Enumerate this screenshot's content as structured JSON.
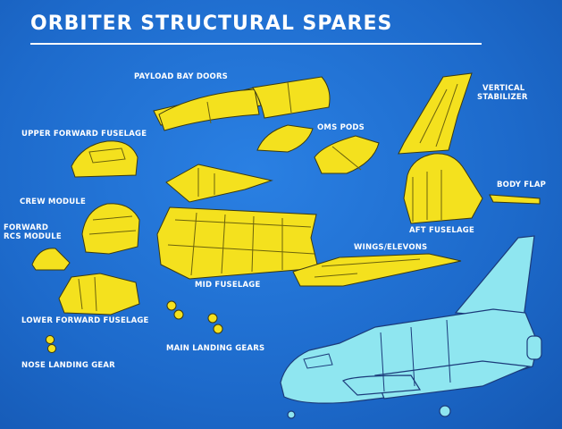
{
  "title": "ORBITER STRUCTURAL SPARES",
  "labels": {
    "payload_bay_doors": "PAYLOAD BAY DOORS",
    "vertical_stabilizer_1": "VERTICAL",
    "vertical_stabilizer_2": "STABILIZER",
    "upper_forward_fuselage": "UPPER FORWARD FUSELAGE",
    "oms_pods": "OMS PODS",
    "crew_module": "CREW MODULE",
    "body_flap": "BODY FLAP",
    "forward_rcs_1": "FORWARD",
    "forward_rcs_2": "RCS MODULE",
    "aft_fuselage": "AFT FUSELAGE",
    "wings_elevons": "WINGS/ELEVONS",
    "mid_fuselage": "MID FUSELAGE",
    "lower_forward_fuselage": "LOWER FORWARD FUSELAGE",
    "main_landing_gears": "MAIN LANDING GEARS",
    "nose_landing_gear": "NOSE LANDING GEAR"
  },
  "colors": {
    "background": "#1f6fd1",
    "part_fill": "#f4e11e",
    "orbiter_fill": "#8fe6f0",
    "text": "#ffffff"
  }
}
